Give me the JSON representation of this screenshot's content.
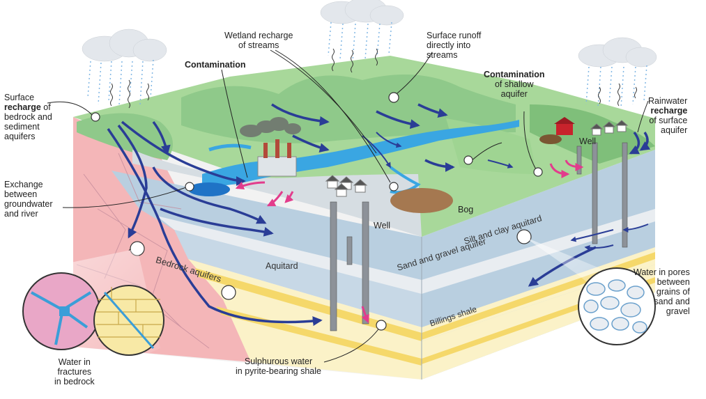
{
  "labels": {
    "surface_recharge": {
      "l1": "Surface",
      "l2b": "recharge",
      "l2": " of",
      "l3": "bedrock and",
      "l4": "sediment",
      "l5": "aquifers"
    },
    "exchange": {
      "l1": "Exchange",
      "l2": "between",
      "l3": "groundwater",
      "l4": "and river"
    },
    "contamination_left": "Contamination",
    "wetland": {
      "l1": "Wetland recharge",
      "l2": "of streams"
    },
    "surface_runoff": {
      "l1": "Surface runoff",
      "l2": "directly into",
      "l3": "streams"
    },
    "contamination_right": {
      "l1b": "Contamination",
      "l2": "of shallow",
      "l3": "aquifer"
    },
    "rainwater": {
      "l1": "Rainwater",
      "l2b": "recharge",
      "l3": "of surface",
      "l4": "aquifer"
    },
    "bog": "Bog",
    "well_center": "Well",
    "well_right": "Well",
    "silt_clay": "Silt and clay aquitard",
    "sand_gravel": "Sand and gravel aquifer",
    "aquitard": "Aquitard",
    "bedrock_aquifers": "Bedrock aquifers",
    "billings_shale": "Billings shale",
    "water_pores": {
      "l1": "Water in pores",
      "l2": "between",
      "l3": "grains of",
      "l4": "sand and",
      "l5": "gravel"
    },
    "water_fractures": {
      "l1": "Water in",
      "l2": "fractures",
      "l3": "in bedrock"
    },
    "sulphurous": {
      "l1": "Sulphurous water",
      "l2": "in pyrite-bearing shale"
    }
  },
  "colors": {
    "bedrock": "#f4b6b8",
    "aquitard": "#b9cfe0",
    "sand_gravel": "#e9edf1",
    "shale_yellow": "#f5d86a",
    "shale_cream": "#fbf2c8",
    "hills": "#8fc98a",
    "river": "#3aa6e2",
    "flow_arrow": "#2a3d96",
    "contam_arrow": "#e23c8c"
  },
  "icons": [
    "rain-cloud-icon",
    "factory-icon",
    "house-icon",
    "well-pipe-icon",
    "barn-icon",
    "magnifier-circle-icon"
  ]
}
